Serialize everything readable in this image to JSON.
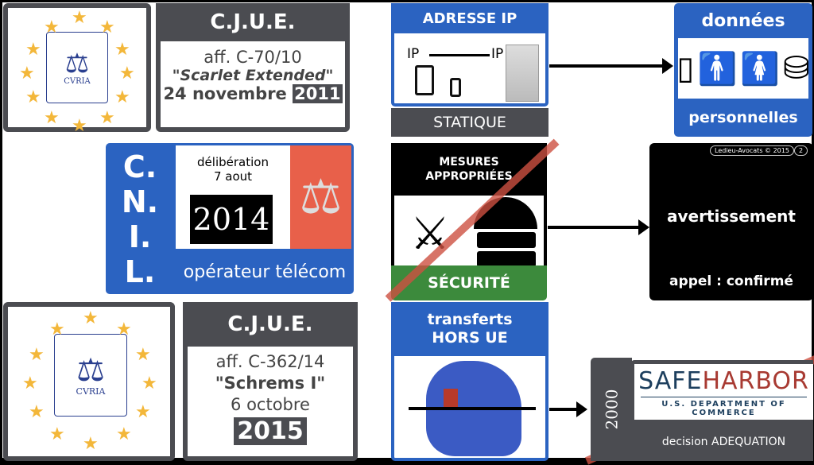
{
  "cjue1": {
    "logo_text": "CVRIA",
    "title": "C.J.U.E.",
    "case": "aff. C-70/10",
    "name": "\"Scarlet Extended\"",
    "date": "24 novembre",
    "year": "2011"
  },
  "ip": {
    "title": "ADRESSE IP",
    "ip_left": "IP",
    "ip_right": "IP",
    "footer": "STATIQUE"
  },
  "donnees": {
    "title": "données",
    "footer": "personnelles"
  },
  "cnil": {
    "letters": [
      "C.",
      "N.",
      "I.",
      "L."
    ],
    "delib": "délibération",
    "date": "7 aout",
    "year": "2014",
    "footer": "opérateur télécom"
  },
  "mesures": {
    "title_1": "MESURES",
    "title_2": "APPROPRIÉES",
    "footer": "SÉCURITÉ"
  },
  "sanction": {
    "badge": "Ledieu-Avocats © 2015",
    "page": "2",
    "main": "avertissement",
    "appeal": "appel : confirmé"
  },
  "cjue2": {
    "logo_text": "CVRIA",
    "title": "C.J.U.E.",
    "case": "aff. C-362/14",
    "name": "\"Schrems I\"",
    "date": "6 octobre",
    "year": "2015"
  },
  "transferts": {
    "title_1": "transferts",
    "title_2": "HORS UE"
  },
  "safeharbor": {
    "year": "2000",
    "logo_1": "SAFE",
    "logo_2": "HARBOR",
    "logo_sub": "U.S. DEPARTMENT OF COMMERCE",
    "footer": "decision ADEQUATION"
  },
  "colors": {
    "blue": "#2b63c1",
    "gray": "#4b4c51",
    "green": "#3c8a3c",
    "red": "#e8604a",
    "star": "#f3b73a"
  }
}
